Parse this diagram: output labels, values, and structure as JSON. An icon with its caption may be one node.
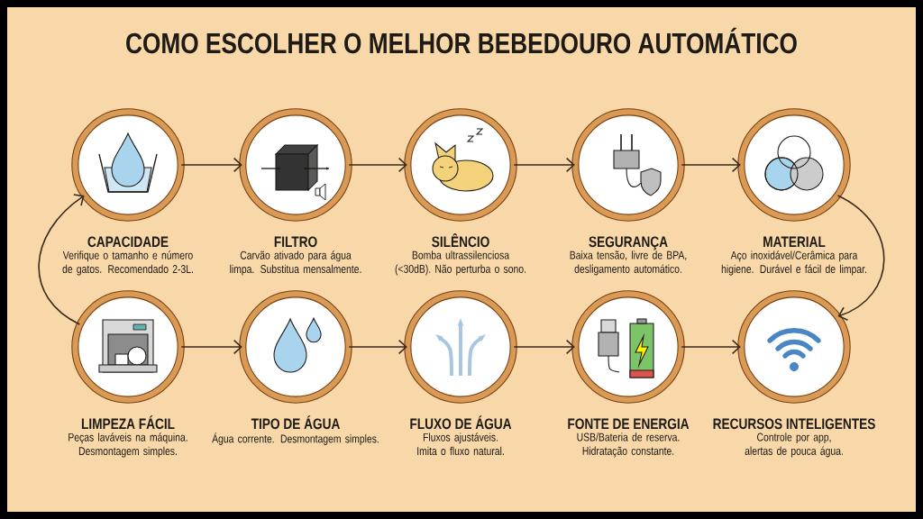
{
  "diagram": {
    "title": "COMO ESCOLHER O MELHOR BEBEDOURO AUTOMÁTICO",
    "nodes": [
      {
        "text": [
          "CAPACIDADE",
          "Verifique o tamanho e número de gatos. Recomendado 2-3L."
        ]
      },
      {
        "text": [
          "FILTRO",
          "Carvão ativado para água limpa. Substitua mensalmente."
        ]
      },
      {
        "text": [
          "SILÊNCIO",
          "Bomba ultrassilenciosa (<30dB). Não perturba o sono."
        ]
      },
      {
        "text": [
          "SEGURANÇA",
          "Baixa tensão, livre de BPA, desligamento automático."
        ]
      },
      {
        "text": [
          "MATERIAL",
          "Aço inoxidável/Cerâmica para higiene. Durável e fácil de limpar."
        ]
      },
      {
        "text": [
          "LIMPEZA FÁCIL",
          "Peças laváveis na máquina. Desmontagem simples."
        ]
      },
      {
        "text": [
          "TIPO DE ÁGUA",
          "Água corrente. Desmontagem simples."
        ]
      },
      {
        "text": [
          "FLUXO DE ÁGUA",
          "Fluxos ajustáveis. Imita o fluxo natural."
        ]
      },
      {
        "text": [
          "FONTE DE ENERGIA",
          "USB/Bateria de reserva. Hidratação constante."
        ]
      },
      {
        "text": [
          "RECURSOS INTELIGENTES",
          "Controle por app, alertas de pouca água."
        ]
      }
    ],
    "edges": [
      {
        "from": 0,
        "to": 1,
        "arrow": "to"
      },
      {
        "from": 1,
        "to": 2,
        "arrow": "to"
      },
      {
        "from": 2,
        "to": 3,
        "arrow": "to"
      },
      {
        "from": 3,
        "to": 4,
        "arrow": "to"
      },
      {
        "from": 4,
        "to": 9,
        "arrow": "to"
      },
      {
        "from": 5,
        "to": 6,
        "arrow": "to"
      },
      {
        "from": 6,
        "to": 7,
        "arrow": "to"
      },
      {
        "from": 7,
        "to": 8,
        "arrow": "to"
      },
      {
        "from": 8,
        "to": 9,
        "arrow": "to"
      },
      {
        "from": 5,
        "to": 0,
        "arrow": "to"
      }
    ]
  }
}
